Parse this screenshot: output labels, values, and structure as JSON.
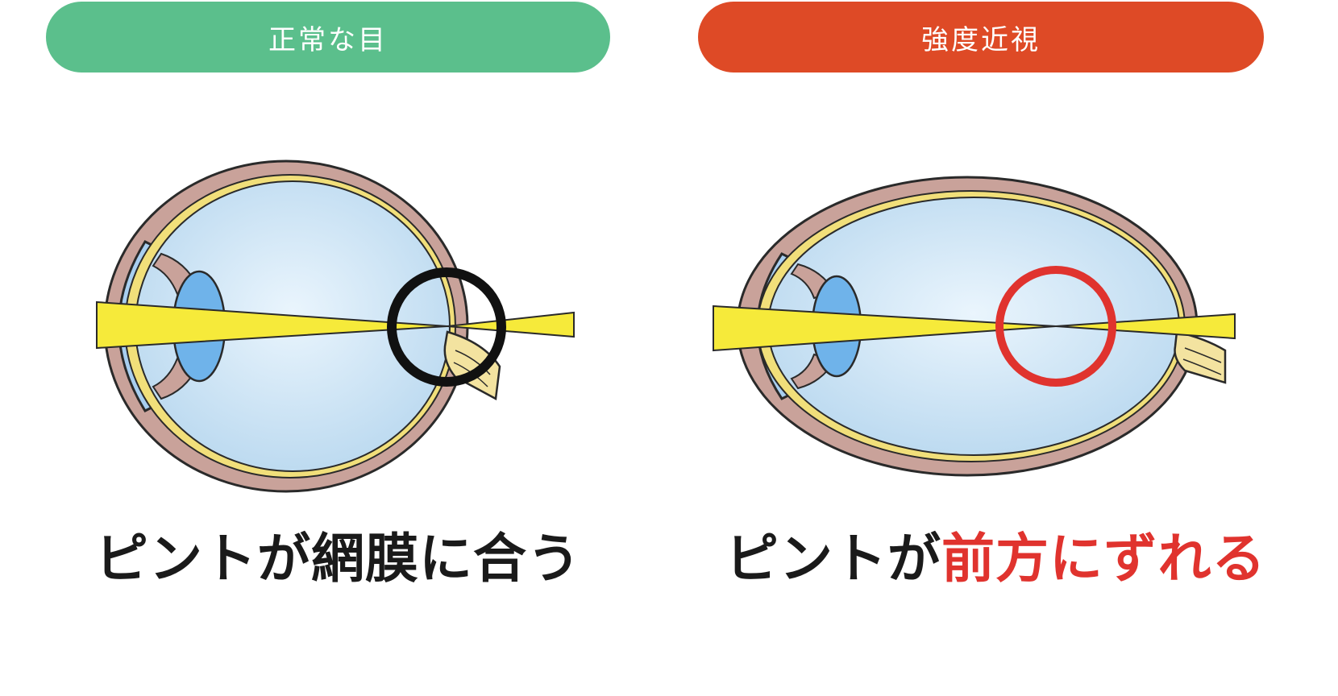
{
  "colors": {
    "normal": "#5bbf8c",
    "myopia": "#de4a26",
    "highlight": "#e0332e",
    "sclera": "#c9a29a",
    "vitreous": "#d9ebf8",
    "lens": "#6fb3ea",
    "light_ray": "#f6ea3a",
    "nerve": "#f3e3a0"
  },
  "left": {
    "label": "正常な目",
    "caption": "ピントが網膜に合う",
    "focus_marker": "black-circle"
  },
  "right": {
    "label": "強度近視",
    "caption_prefix": "ピントが",
    "caption_highlight": "前方にずれる",
    "focus_marker": "red-circle"
  }
}
